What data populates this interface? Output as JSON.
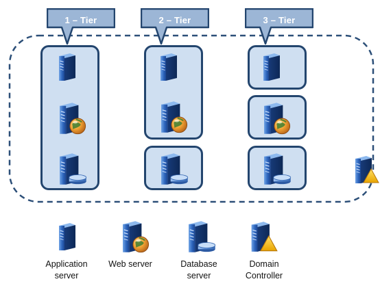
{
  "tiers": [
    {
      "label": "1 – Tier"
    },
    {
      "label": "2 – Tier"
    },
    {
      "label": "3 – Tier"
    }
  ],
  "legend": [
    {
      "icon": "application-server-icon",
      "label": "Application\nserver"
    },
    {
      "icon": "web-server-icon",
      "label": "Web server"
    },
    {
      "icon": "database-server-icon",
      "label": "Database\nserver"
    },
    {
      "icon": "domain-controller-icon",
      "label": "Domain\nController"
    }
  ],
  "colors": {
    "callout_fill": "#9cb6d6",
    "panel_fill": "#cfdff1",
    "panel_border": "#23456e",
    "boundary_dash": "#2c4f78",
    "server_blue": "#2a5fb0",
    "globe_orange": "#e69a2a",
    "warning_yellow": "#f2c21b"
  }
}
